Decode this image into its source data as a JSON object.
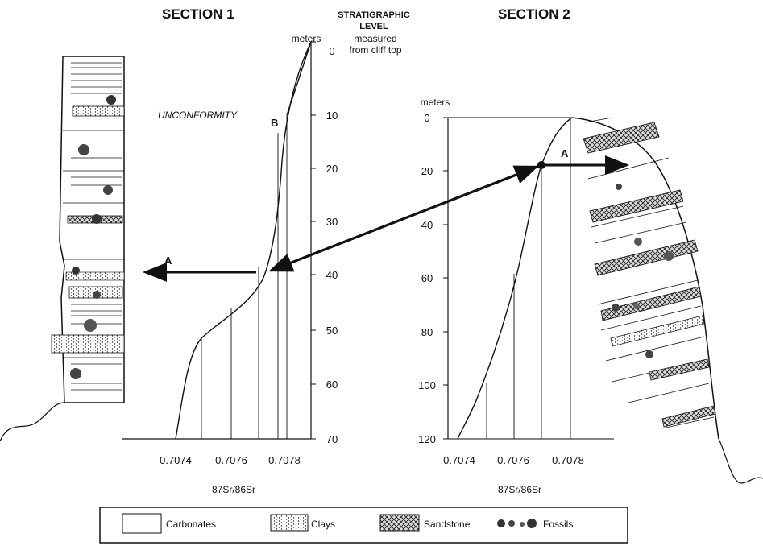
{
  "headers": {
    "section1": "SECTION 1",
    "section2": "SECTION 2",
    "strat_line1": "STRATIGRAPHIC",
    "strat_line2": "LEVEL"
  },
  "section1_axis": {
    "units": "meters",
    "measured_line1": "measured",
    "measured_line2": "from cliff top",
    "depth_ticks": [
      "0",
      "10",
      "20",
      "30",
      "40",
      "50",
      "60",
      "70"
    ],
    "sr_ticks": [
      "0.7074",
      "0.7076",
      "0.7078"
    ],
    "sr_label": "87Sr/86Sr",
    "unconformity": "UNCONFORMITY",
    "label_B": "B",
    "label_A": "A"
  },
  "section2_axis": {
    "units": "meters",
    "depth_ticks": [
      "0",
      "20",
      "40",
      "60",
      "80",
      "100",
      "120"
    ],
    "sr_ticks": [
      "0.7074",
      "0.7076",
      "0.7078"
    ],
    "sr_label": "87Sr/86Sr",
    "label_A": "A"
  },
  "legend": {
    "carbonates": "Carbonates",
    "clays": "Clays",
    "sandstone": "Sandstone",
    "fossils": "Fossils"
  }
}
